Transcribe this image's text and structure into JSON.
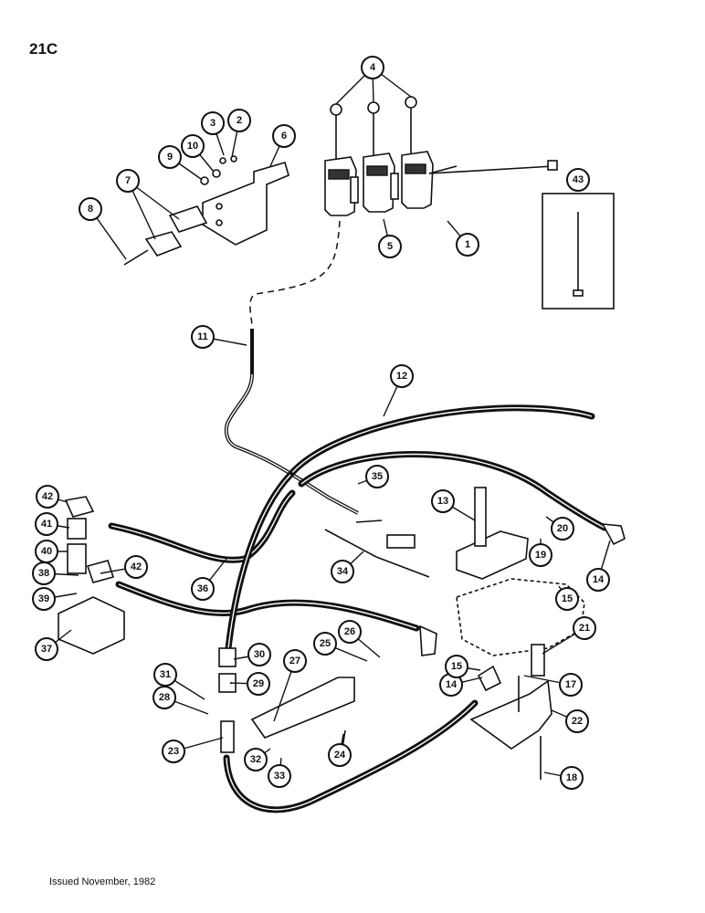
{
  "page_label": "21C",
  "footer": "Issued November, 1982",
  "callouts": [
    "1",
    "2",
    "3",
    "4",
    "5",
    "6",
    "7",
    "8",
    "9",
    "10",
    "11",
    "12",
    "13",
    "14",
    "14",
    "15",
    "15",
    "17",
    "18",
    "19",
    "20",
    "21",
    "22",
    "23",
    "24",
    "25",
    "26",
    "27",
    "28",
    "29",
    "30",
    "31",
    "32",
    "33",
    "34",
    "35",
    "36",
    "37",
    "38",
    "39",
    "40",
    "41",
    "42",
    "42",
    "43"
  ]
}
